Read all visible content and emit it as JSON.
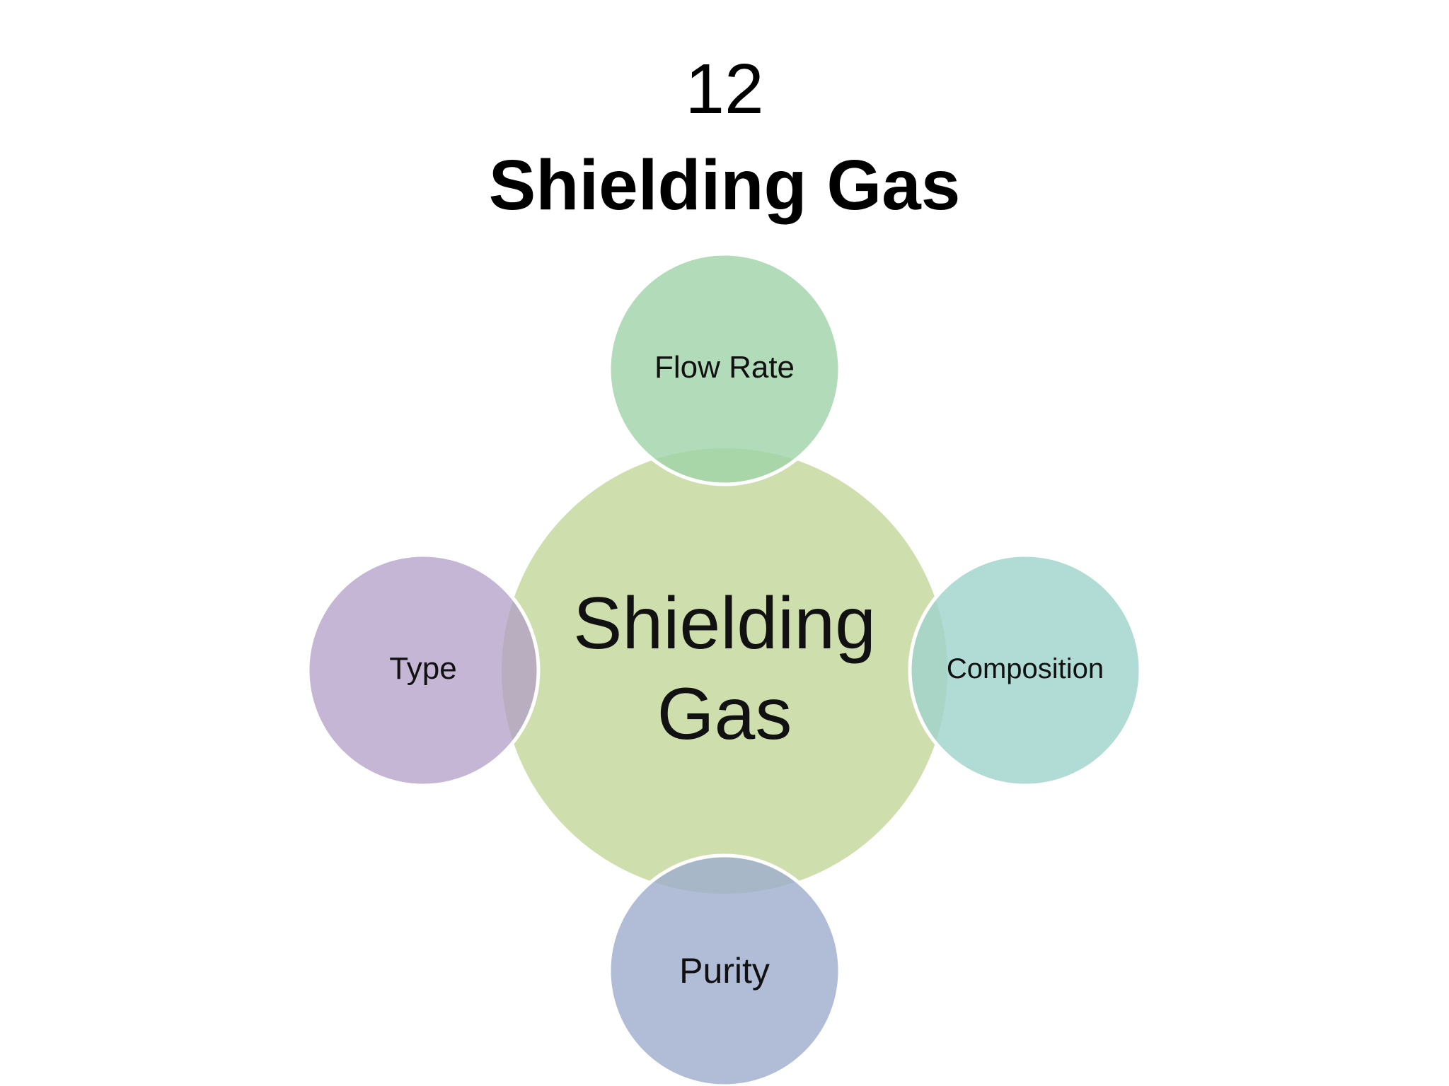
{
  "slide": {
    "number": "12",
    "title": "Shielding Gas"
  },
  "diagram": {
    "center": {
      "line1": "Shielding",
      "line2": "Gas",
      "color": "#cfdead"
    },
    "nodes": {
      "top": {
        "label": "Flow Rate",
        "color": "#9fd3a8"
      },
      "left": {
        "label": "Type",
        "color": "#b19ec7"
      },
      "right": {
        "label": "Composition",
        "color": "#9ed2cb"
      },
      "bottom": {
        "label": "Purity",
        "color": "#9eaccd"
      }
    }
  }
}
